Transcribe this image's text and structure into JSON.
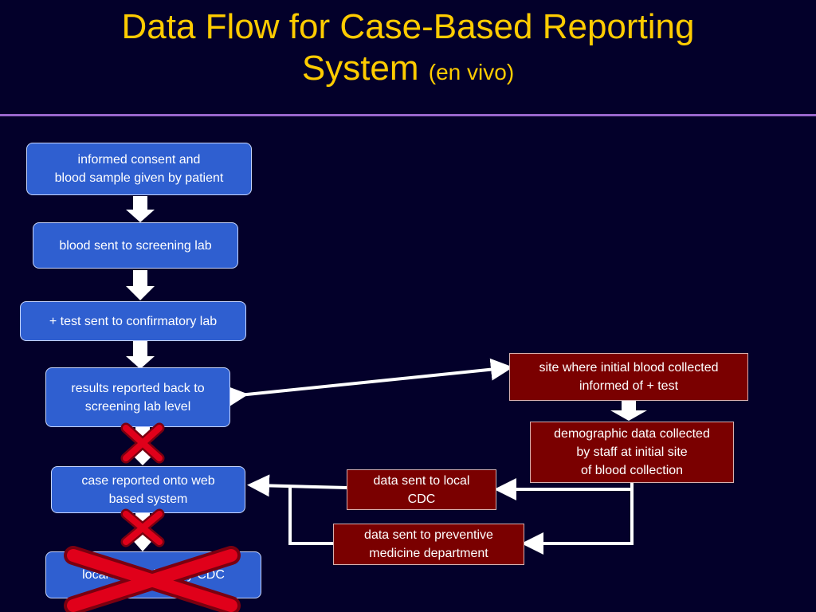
{
  "slide": {
    "title_main": "Data Flow for Case-Based Reporting",
    "title_line2": "System",
    "title_paren": "(en vivo)"
  },
  "nodes": {
    "informed_consent": "informed consent and\nblood sample given by patient",
    "screening_lab": "blood sent to screening lab",
    "confirmatory_lab": "+ test sent to confirmatory lab",
    "results_reported": "results reported back to\nscreening lab level",
    "web_system": "case reported onto web\nbased system",
    "local_site": "local site notified by CDC",
    "initial_site": "site where initial blood collected\ninformed of + test",
    "demographic": "demographic data collected\nby staff at initial site\nof  blood collection",
    "local_cdc": "data sent to local\nCDC",
    "preventive": "data sent to preventive\nmedicine department"
  },
  "colors": {
    "background": "#03002a",
    "title": "#ffcc00",
    "rule": "#9966cc",
    "blue_box": "#2f5fd0",
    "red_box": "#7a0000",
    "cross": "#e0001a"
  }
}
